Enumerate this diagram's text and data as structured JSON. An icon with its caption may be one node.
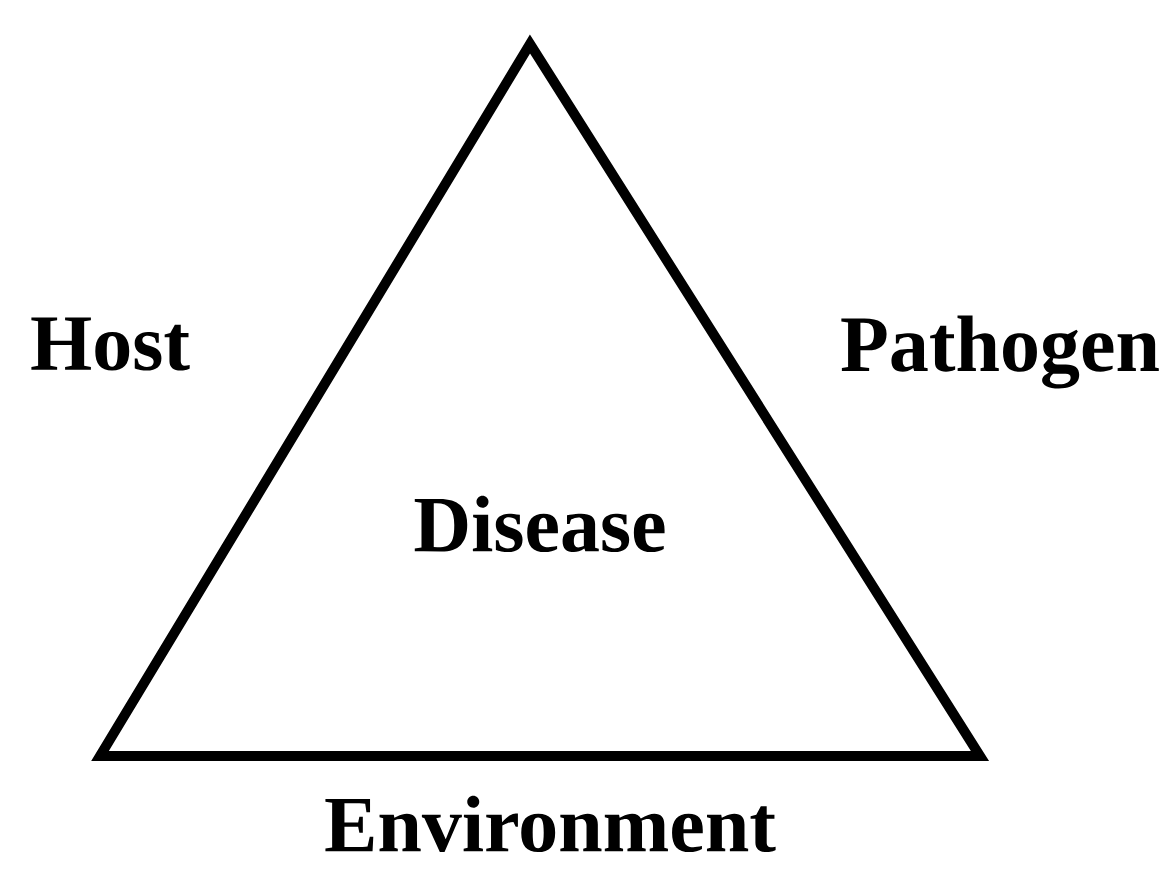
{
  "diagram": {
    "nodes": [
      {
        "text": [
          "Disease"
        ]
      }
    ],
    "labels": [
      "Host",
      "Pathogen",
      "Environment"
    ]
  }
}
